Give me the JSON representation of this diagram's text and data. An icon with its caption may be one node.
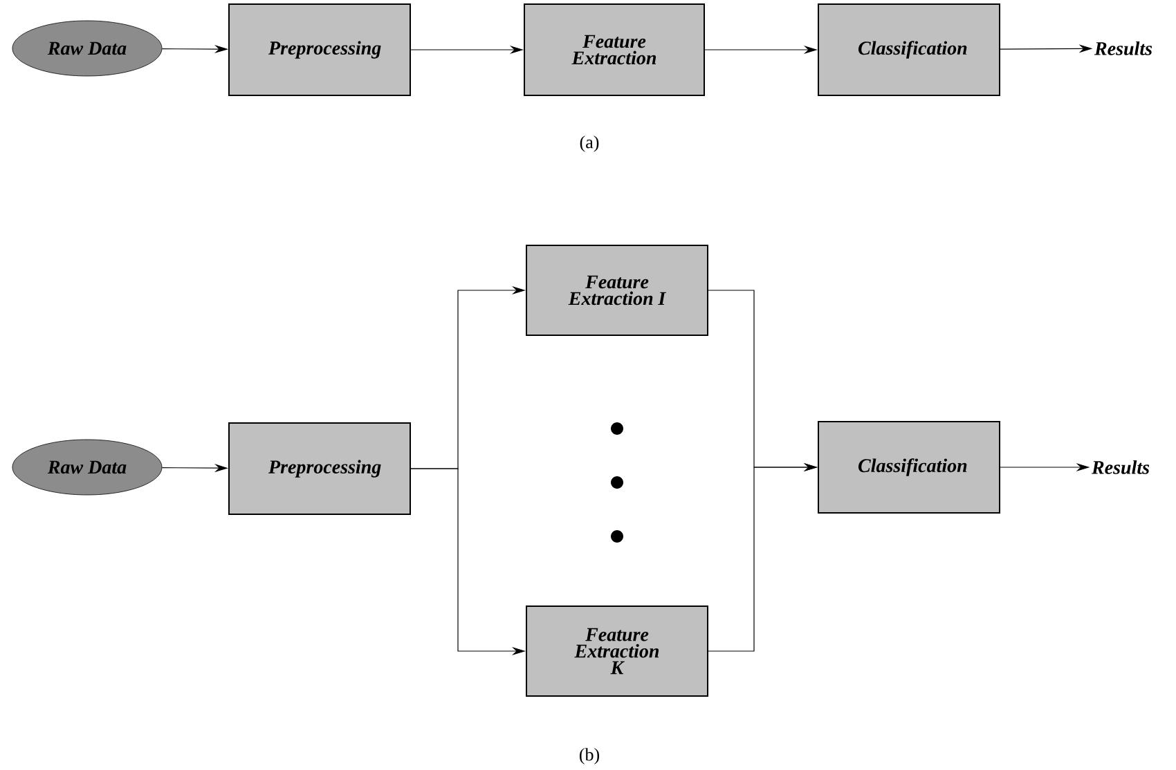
{
  "diagram": {
    "nodes": [
      {
        "text": [
          "Raw Data"
        ]
      },
      {
        "text": [
          "Preprocessing"
        ]
      },
      {
        "text": [
          "Feature Extraction"
        ]
      },
      {
        "text": [
          "Classification"
        ]
      },
      {
        "text": [
          "Results"
        ]
      },
      {
        "text": [
          "Raw Data"
        ]
      },
      {
        "text": [
          "Preprocessing"
        ]
      },
      {
        "text": [
          "Feature Extraction I"
        ]
      },
      {
        "text": [
          "Feature Extraction K"
        ]
      },
      {
        "text": [
          "Classification"
        ]
      },
      {
        "text": [
          "Results"
        ]
      }
    ],
    "edges": [
      {
        "from": 0,
        "to": 1,
        "arrow": "to"
      },
      {
        "from": 1,
        "to": 2,
        "arrow": "to"
      },
      {
        "from": 2,
        "to": 3,
        "arrow": "to"
      },
      {
        "from": 3,
        "to": 4,
        "arrow": "to"
      },
      {
        "from": 5,
        "to": 6,
        "arrow": "to"
      },
      {
        "from": 6,
        "to": 7,
        "arrow": "to"
      },
      {
        "from": 6,
        "to": 8,
        "arrow": "to"
      },
      {
        "from": 7,
        "to": 9,
        "arrow": "to"
      },
      {
        "from": 8,
        "to": 9,
        "arrow": "to"
      },
      {
        "from": 9,
        "to": 10,
        "arrow": "to"
      }
    ],
    "labels": [
      "(a)",
      "(b)"
    ]
  }
}
